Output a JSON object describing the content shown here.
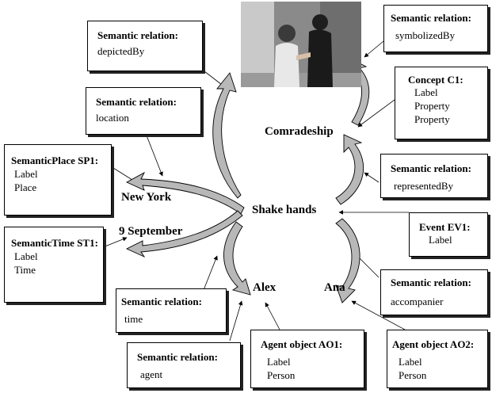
{
  "colors": {
    "arrow_fill": "#b8b8b8",
    "line": "#000000",
    "shadow": "#222222"
  },
  "photo": {
    "icon": "photo-two-people-shaking-hands"
  },
  "nodes": {
    "shake_hands": "Shake hands",
    "new_york": "New York",
    "nine_september": "9 September",
    "comradeship": "Comradeship",
    "alex": "Alex",
    "ana": "Ana"
  },
  "boxes": {
    "depicted_by": {
      "title": "Semantic relation:",
      "lines": [
        "depictedBy"
      ]
    },
    "location": {
      "title": "Semantic relation:",
      "lines": [
        "location"
      ]
    },
    "semantic_place": {
      "title": "SemanticPlace SP1:",
      "lines": [
        "Label",
        "Place"
      ]
    },
    "semantic_time": {
      "title": "SemanticTime ST1:",
      "lines": [
        "Label",
        "Time"
      ]
    },
    "time": {
      "title": "Semantic relation:",
      "lines": [
        "time"
      ]
    },
    "agent": {
      "title": "Semantic relation:",
      "lines": [
        "agent"
      ]
    },
    "agent_ao1": {
      "title": "Agent object AO1:",
      "lines": [
        "Label",
        "Person"
      ]
    },
    "agent_ao2": {
      "title": "Agent object AO2:",
      "lines": [
        "Label",
        "Person"
      ]
    },
    "accompanier": {
      "title": "Semantic relation:",
      "lines": [
        "accompanier"
      ]
    },
    "event_ev1": {
      "title": "Event EV1:",
      "lines": [
        "Label"
      ]
    },
    "represented_by": {
      "title": "Semantic relation:",
      "lines": [
        "representedBy"
      ]
    },
    "concept_c1": {
      "title": "Concept C1:",
      "lines": [
        "Label",
        "Property",
        "Property"
      ]
    },
    "symbolized_by": {
      "title": "Semantic relation:",
      "lines": [
        "symbolizedBy"
      ]
    }
  }
}
